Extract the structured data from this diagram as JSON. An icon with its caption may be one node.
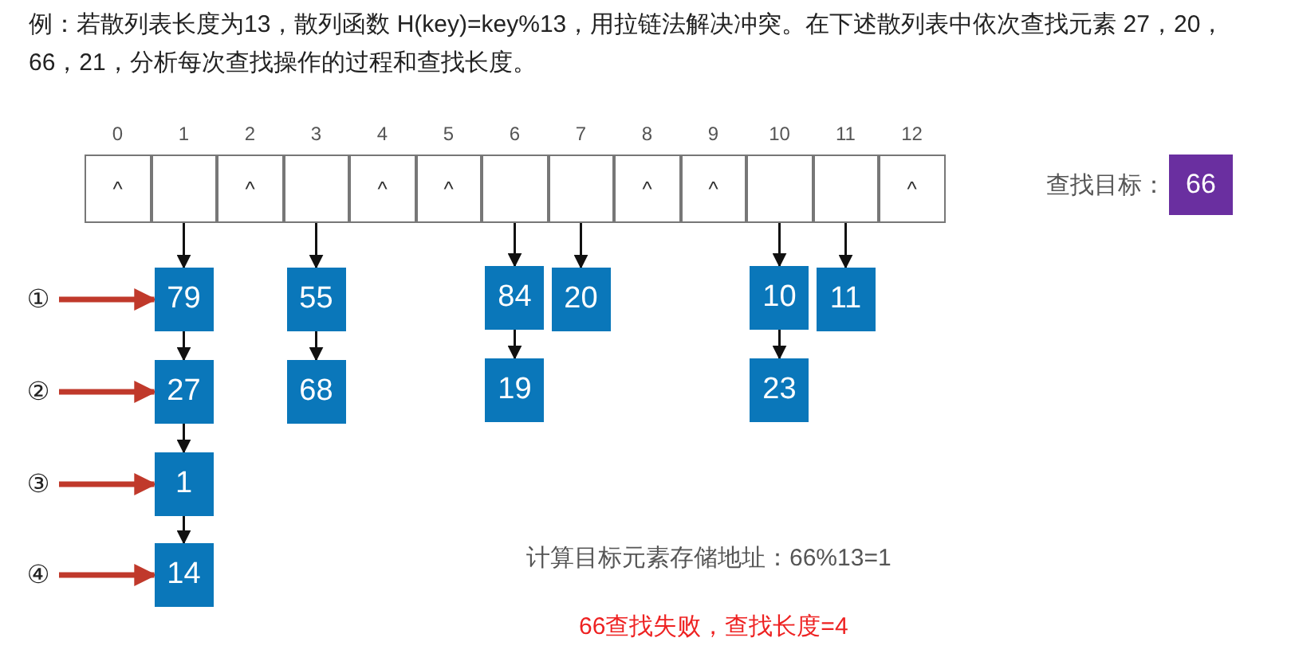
{
  "diagram": {
    "title": "例：若散列表长度为13，散列函数 H(key)=key%13，用拉链法解决冲突。在下述散列表中依次查找元素 27，20，66，21，分析每次查找操作的过程和查找长度。",
    "nodes": [
      {
        "text": [
          "^"
        ],
        "beside": [
          "0"
        ]
      },
      {
        "text": [],
        "shape": "box",
        "beside": [
          "1"
        ]
      },
      {
        "text": [
          "^"
        ],
        "beside": [
          "2"
        ]
      },
      {
        "text": [],
        "shape": "box",
        "beside": [
          "3"
        ]
      },
      {
        "text": [
          "^"
        ],
        "beside": [
          "4"
        ]
      },
      {
        "text": [
          "^"
        ],
        "beside": [
          "5"
        ]
      },
      {
        "text": [],
        "shape": "box",
        "beside": [
          "6"
        ]
      },
      {
        "text": [],
        "shape": "box",
        "beside": [
          "7"
        ]
      },
      {
        "text": [
          "^"
        ],
        "beside": [
          "8"
        ]
      },
      {
        "text": [
          "^"
        ],
        "beside": [
          "9"
        ]
      },
      {
        "text": [],
        "shape": "box",
        "beside": [
          "10"
        ]
      },
      {
        "text": [],
        "shape": "box",
        "beside": [
          "11"
        ]
      },
      {
        "text": [
          "^"
        ],
        "beside": [
          "12"
        ]
      },
      {
        "text": [
          "79"
        ]
      },
      {
        "text": [
          "27"
        ]
      },
      {
        "text": [
          "1"
        ]
      },
      {
        "text": [
          "14"
        ]
      },
      {
        "text": [
          "55"
        ]
      },
      {
        "text": [
          "68"
        ]
      },
      {
        "text": [
          "84"
        ]
      },
      {
        "text": [
          "19"
        ]
      },
      {
        "text": [
          "20"
        ]
      },
      {
        "text": [
          "10"
        ]
      },
      {
        "text": [
          "23"
        ]
      },
      {
        "text": [
          "11"
        ]
      },
      {
        "text": [
          "①"
        ]
      },
      {
        "text": [
          "②"
        ]
      },
      {
        "text": [
          "③"
        ]
      },
      {
        "text": [
          "④"
        ]
      },
      {
        "text": [
          "66"
        ],
        "beside": [
          "查找目标："
        ]
      }
    ],
    "edges": [
      {
        "from": 1,
        "to": 13,
        "arrow": "to"
      },
      {
        "from": 13,
        "to": 14,
        "arrow": "to"
      },
      {
        "from": 14,
        "to": 15,
        "arrow": "to"
      },
      {
        "from": 15,
        "to": 16,
        "arrow": "to"
      },
      {
        "from": 3,
        "to": 17,
        "arrow": "to"
      },
      {
        "from": 17,
        "to": 18,
        "arrow": "to"
      },
      {
        "from": 6,
        "to": 19,
        "arrow": "to"
      },
      {
        "from": 19,
        "to": 20,
        "arrow": "to"
      },
      {
        "from": 7,
        "to": 21,
        "arrow": "to"
      },
      {
        "from": 10,
        "to": 22,
        "arrow": "to"
      },
      {
        "from": 22,
        "to": 23,
        "arrow": "to"
      },
      {
        "from": 11,
        "to": 24,
        "arrow": "to"
      },
      {
        "from": 25,
        "to": 13,
        "arrow": "to",
        "style": "thick",
        "color": "#c0392b"
      },
      {
        "from": 26,
        "to": 14,
        "arrow": "to",
        "style": "thick",
        "color": "#c0392b"
      },
      {
        "from": 27,
        "to": 15,
        "arrow": "to",
        "style": "thick",
        "color": "#c0392b"
      },
      {
        "from": 28,
        "to": 16,
        "arrow": "to",
        "style": "thick",
        "color": "#c0392b"
      }
    ],
    "labels": [
      "计算目标元素存储地址：66%13=1",
      "66查找失败，查找长度=4"
    ]
  }
}
